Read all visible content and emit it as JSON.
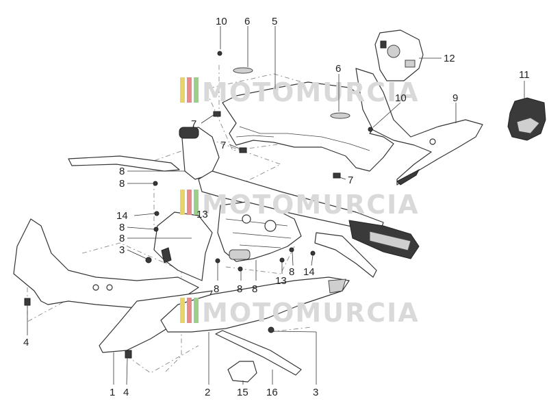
{
  "watermark": {
    "text": "MOTOMURCIA",
    "stripe_colors": [
      "#e8d36a",
      "#e88a8a",
      "#9ad08a"
    ]
  },
  "callouts": [
    {
      "id": "c-10-top",
      "label": "10"
    },
    {
      "id": "c-6-top",
      "label": "6"
    },
    {
      "id": "c-5",
      "label": "5"
    },
    {
      "id": "c-12",
      "label": "12"
    },
    {
      "id": "c-6-mid",
      "label": "6"
    },
    {
      "id": "c-11",
      "label": "11"
    },
    {
      "id": "c-10-mid",
      "label": "10"
    },
    {
      "id": "c-9",
      "label": "9"
    },
    {
      "id": "c-7-a",
      "label": "7"
    },
    {
      "id": "c-7-b",
      "label": "7"
    },
    {
      "id": "c-7-c",
      "label": "7"
    },
    {
      "id": "c-8-a",
      "label": "8"
    },
    {
      "id": "c-8-b",
      "label": "8"
    },
    {
      "id": "c-14-left",
      "label": "14"
    },
    {
      "id": "c-13-top",
      "label": "13"
    },
    {
      "id": "c-8-c",
      "label": "8"
    },
    {
      "id": "c-8-d",
      "label": "8"
    },
    {
      "id": "c-3-left",
      "label": "3"
    },
    {
      "id": "c-8-e",
      "label": "8"
    },
    {
      "id": "c-8-f",
      "label": "8"
    },
    {
      "id": "c-8-g",
      "label": "8"
    },
    {
      "id": "c-13-bottom",
      "label": "13"
    },
    {
      "id": "c-8-h",
      "label": "8"
    },
    {
      "id": "c-14-right",
      "label": "14"
    },
    {
      "id": "c-4-left",
      "label": "4"
    },
    {
      "id": "c-1",
      "label": "1"
    },
    {
      "id": "c-4-bottom",
      "label": "4"
    },
    {
      "id": "c-2",
      "label": "2"
    },
    {
      "id": "c-15",
      "label": "15"
    },
    {
      "id": "c-16",
      "label": "16"
    },
    {
      "id": "c-3-bottom",
      "label": "3"
    }
  ]
}
